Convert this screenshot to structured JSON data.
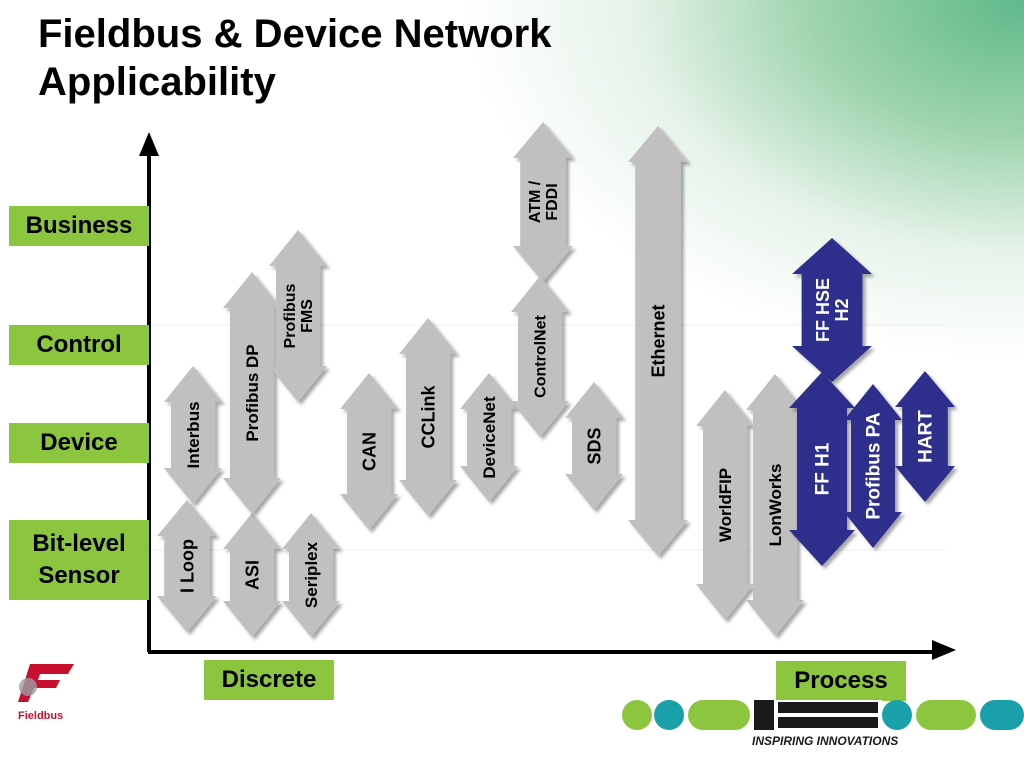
{
  "title": "Fieldbus & Device Network Applicability",
  "levels": {
    "business": "Business",
    "control": "Control",
    "device": "Device",
    "bit_level": "Bit-level",
    "sensor": "Sensor"
  },
  "axis": {
    "x_left": "Discrete",
    "x_right": "Process"
  },
  "networks": [
    {
      "id": "iloop",
      "lines": [
        "I Loop"
      ]
    },
    {
      "id": "interbus",
      "lines": [
        "Interbus"
      ]
    },
    {
      "id": "asi",
      "lines": [
        "ASI"
      ]
    },
    {
      "id": "profibus-dp",
      "lines": [
        "Profibus DP"
      ]
    },
    {
      "id": "seriplex",
      "lines": [
        "Seriplex"
      ]
    },
    {
      "id": "profibus-fms",
      "lines": [
        "Profibus",
        "FMS"
      ]
    },
    {
      "id": "can",
      "lines": [
        "CAN"
      ]
    },
    {
      "id": "cclink",
      "lines": [
        "CCLink"
      ]
    },
    {
      "id": "devicenet",
      "lines": [
        "DeviceNet"
      ]
    },
    {
      "id": "atm-fddi",
      "lines": [
        "ATM /",
        "FDDI"
      ]
    },
    {
      "id": "controlnet",
      "lines": [
        "ControlNet"
      ]
    },
    {
      "id": "sds",
      "lines": [
        "SDS"
      ]
    },
    {
      "id": "ethernet",
      "lines": [
        "Ethernet"
      ]
    },
    {
      "id": "worldfip",
      "lines": [
        "WorldFIP"
      ]
    },
    {
      "id": "lonworks",
      "lines": [
        "LonWorks"
      ]
    },
    {
      "id": "ff-hse",
      "lines": [
        "FF HSE",
        "H2"
      ]
    },
    {
      "id": "ff-h1",
      "lines": [
        "FF H1"
      ]
    },
    {
      "id": "profibus-pa",
      "lines": [
        "Profibus PA"
      ]
    },
    {
      "id": "hart",
      "lines": [
        "HART"
      ]
    }
  ],
  "colors": {
    "gray_arrow": "#c0c0c0",
    "blue_arrow": "#2e2e8c",
    "label_green": "#8cc63f"
  },
  "logos": {
    "fieldbus_foundation": "Fieldbus",
    "phoenix_contact": "INSPIRING INNOVATIONS"
  }
}
